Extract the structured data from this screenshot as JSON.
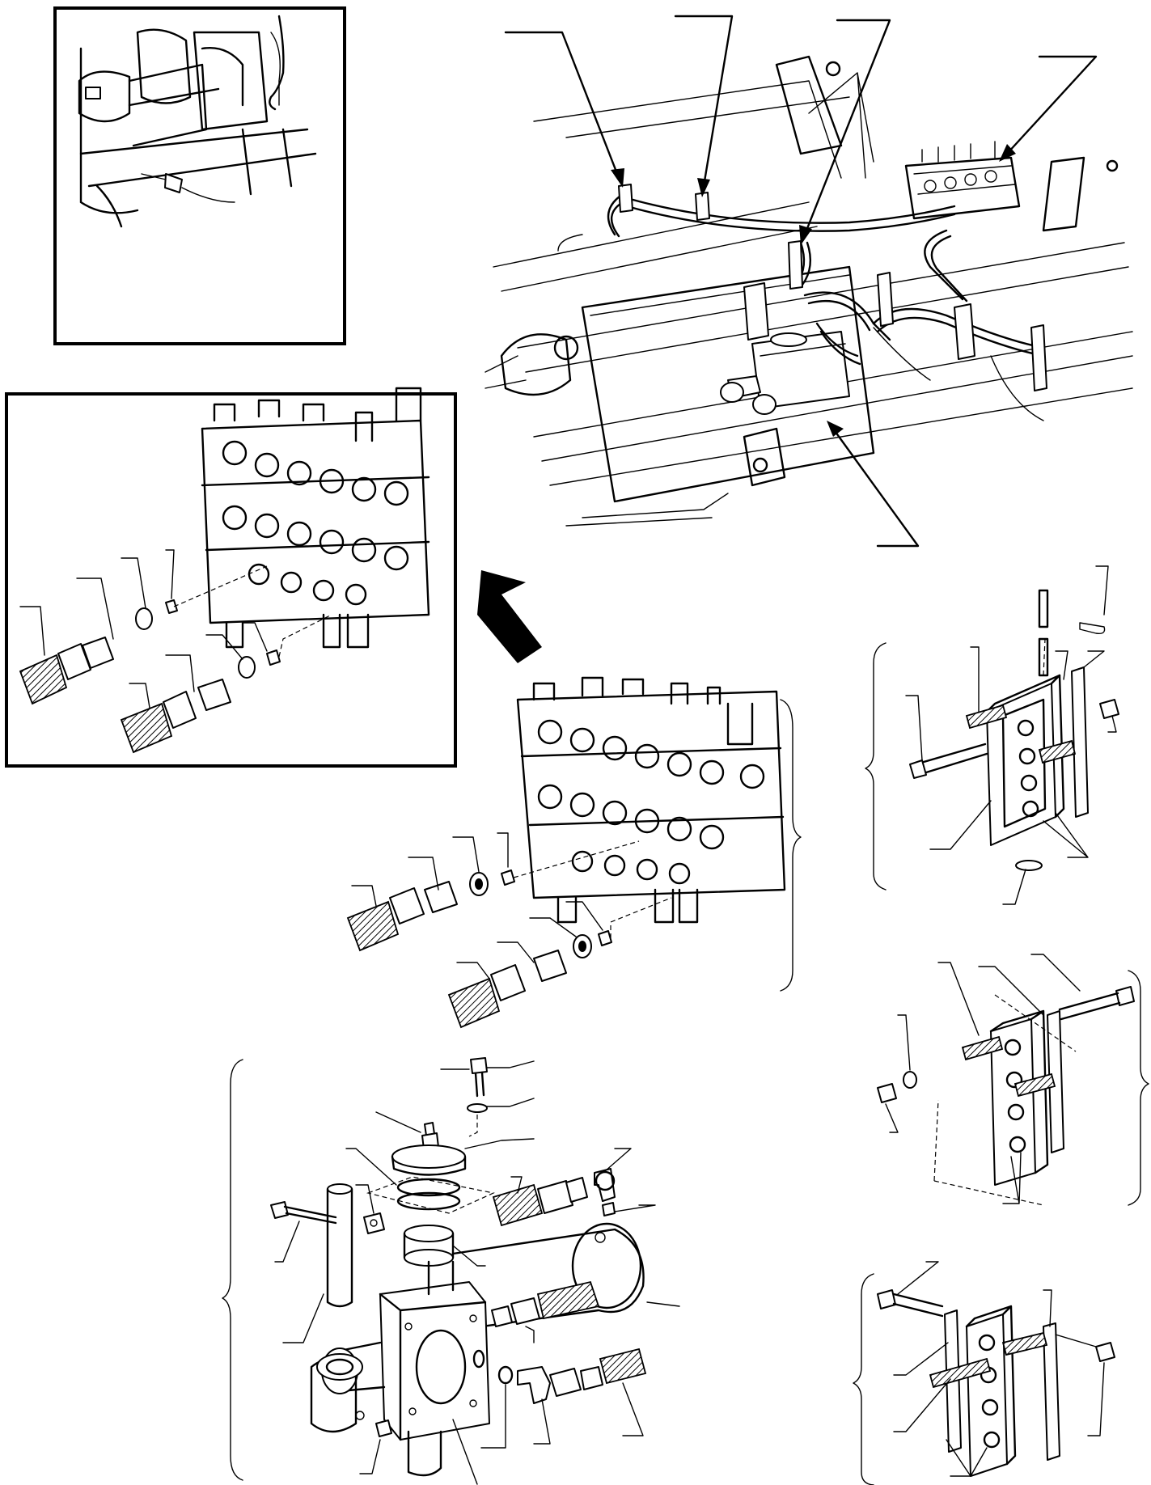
{
  "figure": {
    "panels": [
      "inset-pin-detail",
      "inset-valve-fittings",
      "overview-assembly",
      "valve-fittings-exploded",
      "swivel-cylinder-exploded",
      "hose-clamp-upper",
      "hose-clamp-middle",
      "hose-clamp-lower"
    ]
  }
}
